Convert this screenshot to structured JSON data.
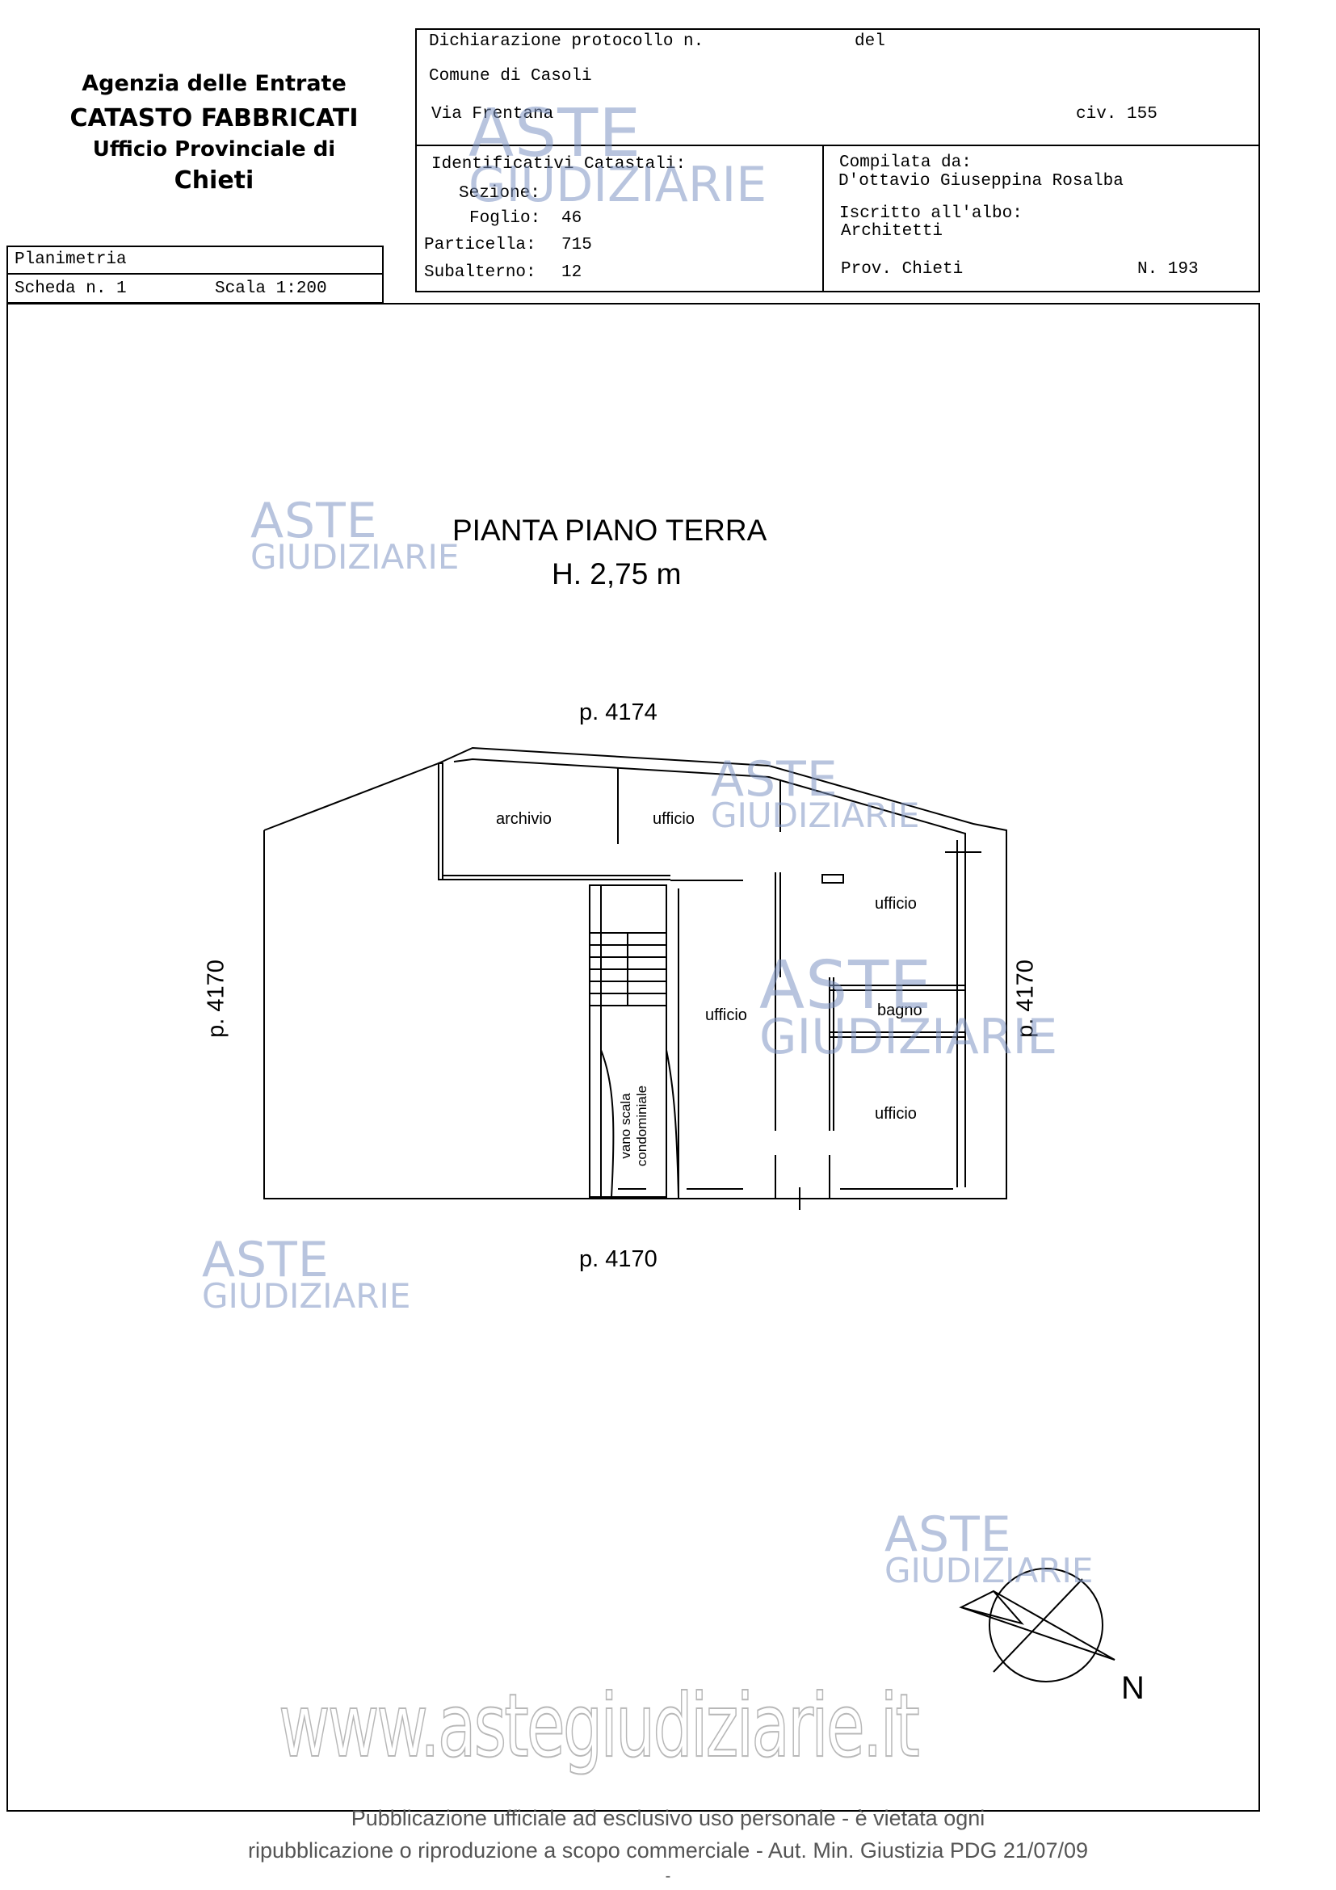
{
  "agency": {
    "name": "Agenzia delle Entrate",
    "catasto": "CATASTO FABBRICATI",
    "office": "Ufficio Provinciale di",
    "province": "Chieti"
  },
  "scheda": {
    "title": "Planimetria",
    "scheda_label": "Scheda n. 1",
    "scale_label": "Scala 1:200"
  },
  "declaration": {
    "protocol_label": "Dichiarazione protocollo n.",
    "del_label": "del",
    "comune": "Comune di Casoli",
    "via": "Via Frentana",
    "civ": "civ. 155"
  },
  "identifiers": {
    "title": "Identificativi Catastali:",
    "sezione_label": "Sezione:",
    "foglio_label": "Foglio:",
    "foglio_value": "46",
    "particella_label": "Particella:",
    "particella_value": "715",
    "subalterno_label": "Subalterno:",
    "subalterno_value": "12"
  },
  "compiler": {
    "compiled_by_label": "Compilata da:",
    "name": "D'ottavio Giuseppina Rosalba",
    "albo_label": "Iscritto all'albo:",
    "albo": "Architetti",
    "prov_label": "Prov. Chieti",
    "number_label": "N. 193"
  },
  "plan": {
    "title": "PIANTA PIANO TERRA",
    "height": "H. 2,75 m",
    "north_neighbor": "p. 4174",
    "west_neighbor": "p. 4170",
    "east_neighbor": "p. 4170",
    "south_neighbor": "p. 4170",
    "rooms": {
      "archivio": "archivio",
      "ufficio_top": "ufficio",
      "ufficio_right": "ufficio",
      "ufficio_center": "ufficio",
      "bagno": "bagno",
      "ufficio_bottom": "ufficio",
      "stair": "vano scala condominiale"
    },
    "north_marker": "N"
  },
  "watermark": {
    "aste": "ASTE",
    "giudiziarie": "GIUDIZIARIE",
    "site": "www.astegiudiziarie.it"
  },
  "footer": {
    "line1": "Pubblicazione ufficiale ad esclusivo uso personale - è vietata ogni",
    "line2": "ripubblicazione o riproduzione a scopo commerciale - Aut. Min. Giustizia PDG 21/07/09",
    "dash": "-"
  }
}
